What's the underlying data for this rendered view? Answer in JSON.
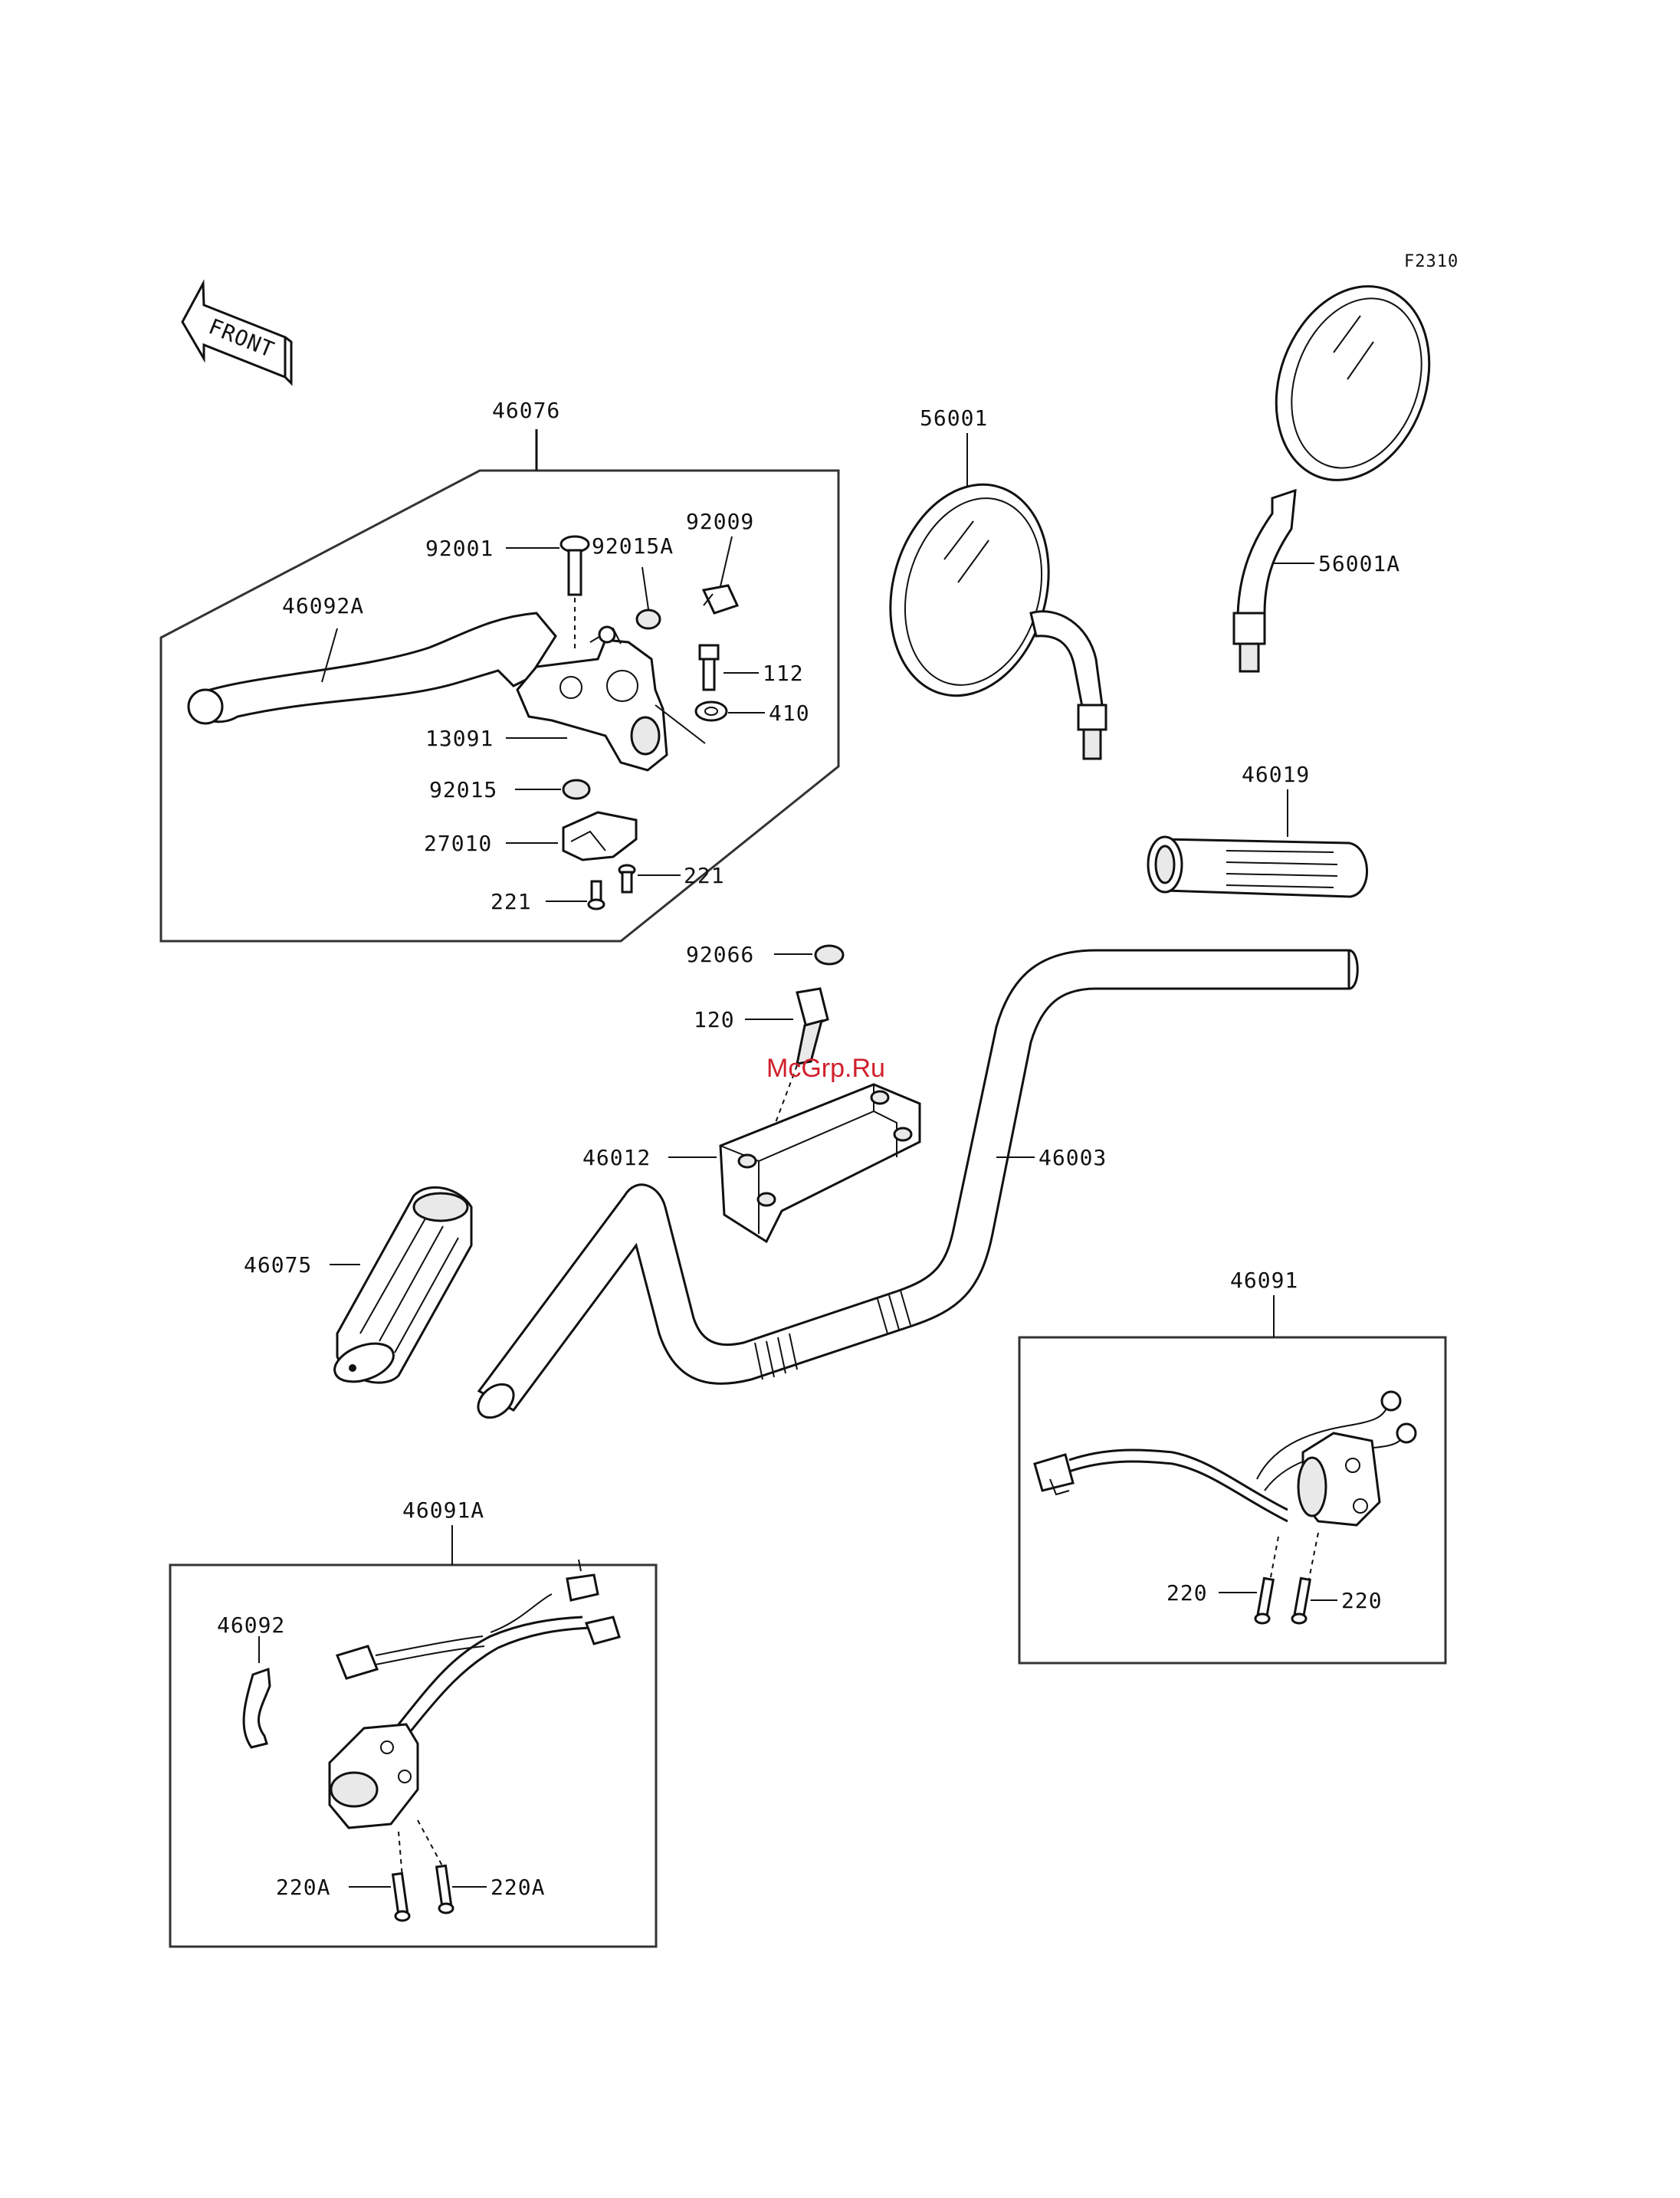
{
  "figure_code": "F2310",
  "front_label": "FRONT",
  "watermark": "McGrp.Ru",
  "callouts": {
    "p46076": "46076",
    "p92001": "92001",
    "p92015A": "92015A",
    "p92009": "92009",
    "p46092A": "46092A",
    "p112": "112",
    "p410": "410",
    "p13091": "13091",
    "p92015": "92015",
    "p27010": "27010",
    "p221a": "221",
    "p221b": "221",
    "p56001": "56001",
    "p56001A": "56001A",
    "p46019": "46019",
    "p92066": "92066",
    "p120": "120",
    "p46012": "46012",
    "p46003": "46003",
    "p46075": "46075",
    "p46091": "46091",
    "p220a": "220",
    "p220b": "220",
    "p46091A": "46091A",
    "p46092": "46092",
    "p220Aa": "220A",
    "p220Ab": "220A"
  }
}
